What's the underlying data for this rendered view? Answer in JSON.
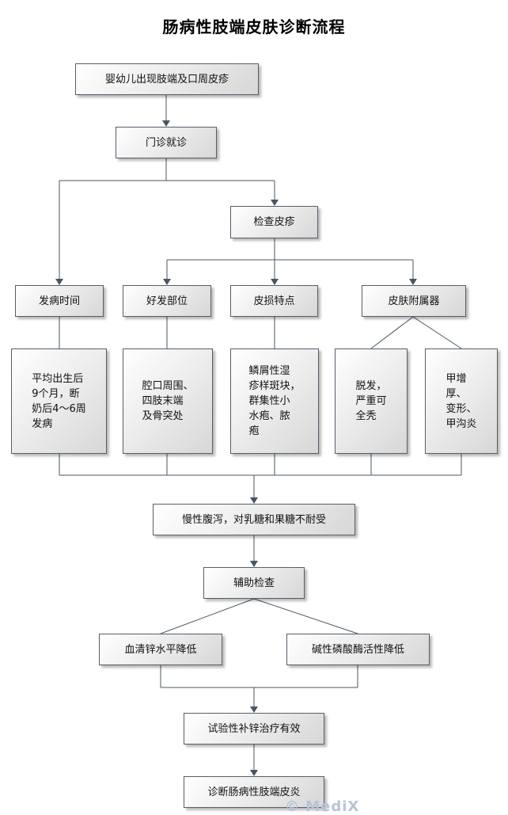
{
  "title": "肠病性肢端皮肤诊断流程",
  "nodes": {
    "symptom": "婴幼儿出现肢端及口周皮疹",
    "clinic": "门诊就诊",
    "skin_exam": "检查皮疹",
    "onset": "发病时间",
    "site": "好发部位",
    "lesion": "皮损特点",
    "appendage": "皮肤附属器",
    "onset_detail": "平均出生后\n9个月，断\n奶后4～6周\n发病",
    "site_detail": "腔口周围、\n四肢末端\n及骨突处",
    "lesion_detail": "鳞屑性湿\n疹样斑块，\n群集性小\n水疱、脓\n疱",
    "hair_detail": "脱发，\n严重可\n全秃",
    "nail_detail": "甲增\n厚、\n变形、\n甲沟炎",
    "diarrhea": "慢性腹泻，对乳糖和果糖不耐受",
    "aux_exam": "辅助检查",
    "zinc_low": "血清锌水平降低",
    "alp_low": "碱性磷酸酶活性降低",
    "zinc_trial": "试验性补锌治疗有效",
    "diagnosis": "诊断肠病性肢端皮炎"
  },
  "watermark": "© MediX",
  "colors": {
    "line": "#4a5561",
    "box_border": "#54606c",
    "watermark": "#b7c3d6"
  }
}
